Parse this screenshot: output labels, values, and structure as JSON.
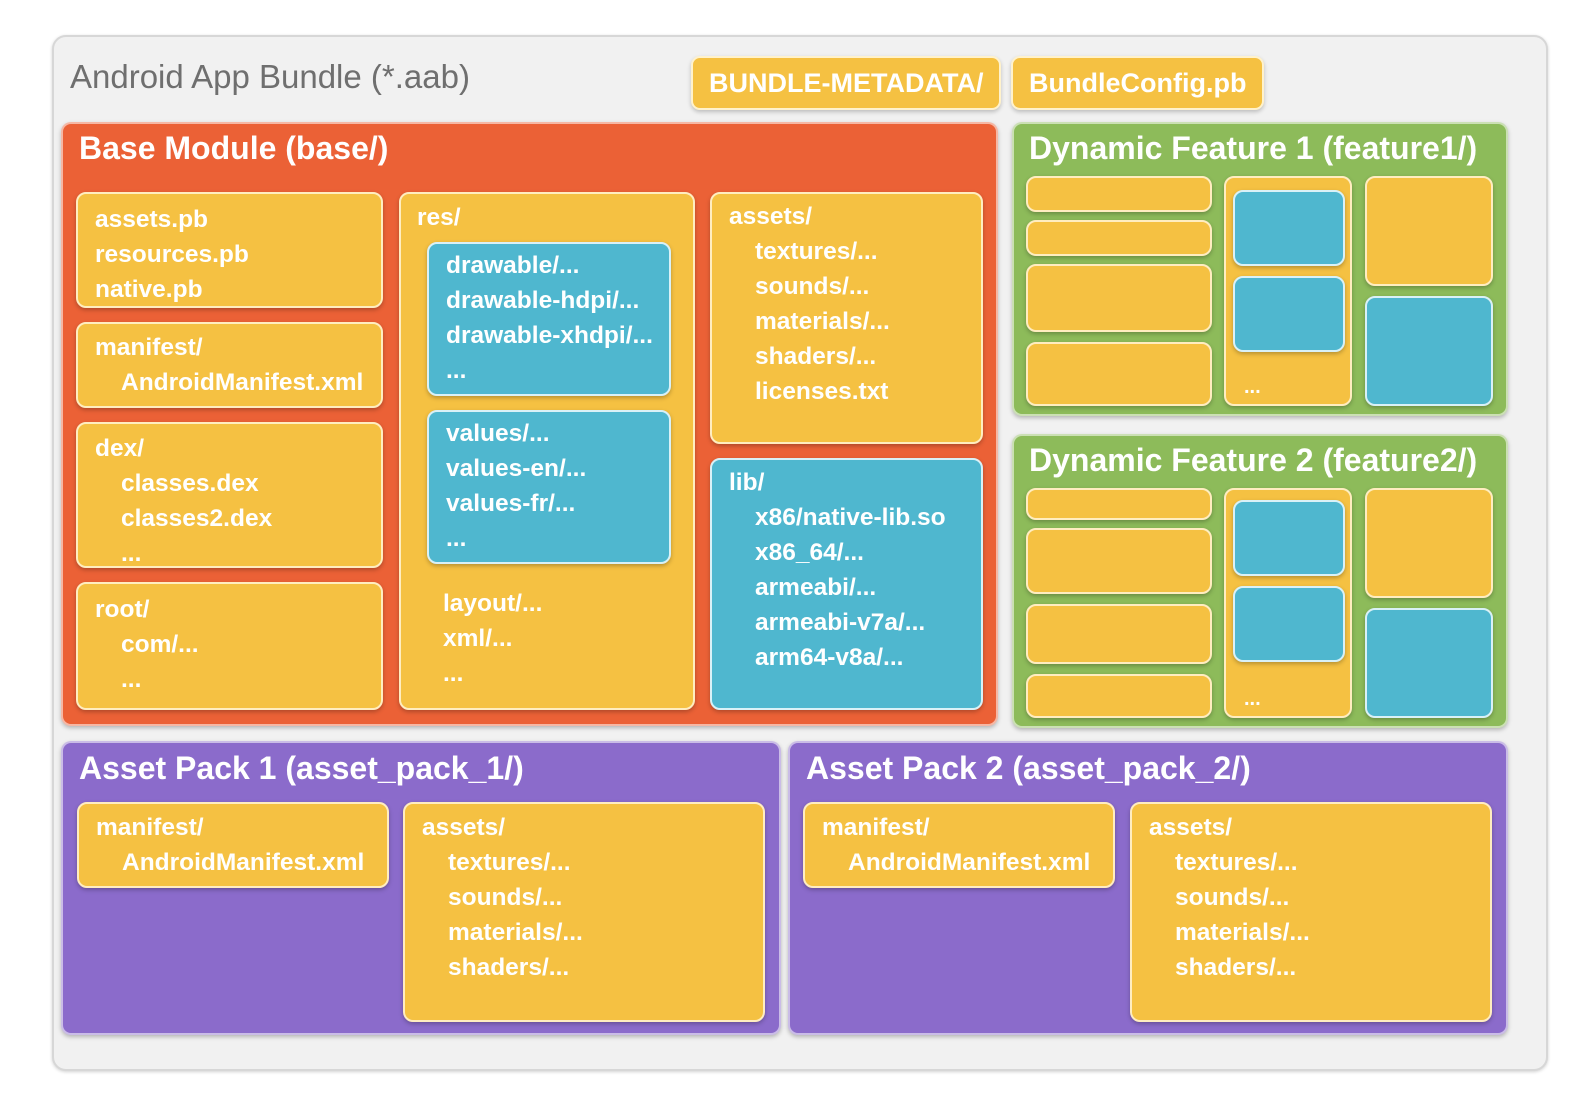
{
  "bundle": {
    "title": "Android App Bundle (*.aab)",
    "metadata_chip": "BUNDLE-METADATA/",
    "config_chip": "BundleConfig.pb"
  },
  "base": {
    "title": "Base Module (base/)",
    "pb_files": [
      "assets.pb",
      "resources.pb",
      "native.pb"
    ],
    "manifest": {
      "folder": "manifest/",
      "file": "AndroidManifest.xml"
    },
    "dex": {
      "folder": "dex/",
      "files": [
        "classes.dex",
        "classes2.dex",
        "..."
      ]
    },
    "root": {
      "folder": "root/",
      "files": [
        "com/...",
        "..."
      ]
    },
    "res": {
      "folder": "res/",
      "drawable": [
        "drawable/...",
        "drawable-hdpi/...",
        "drawable-xhdpi/...",
        "..."
      ],
      "values": [
        "values/...",
        "values-en/...",
        "values-fr/...",
        "..."
      ],
      "other": [
        "layout/...",
        "xml/...",
        "..."
      ]
    },
    "assets": {
      "folder": "assets/",
      "files": [
        "textures/...",
        "sounds/...",
        "materials/...",
        "shaders/...",
        "licenses.txt"
      ]
    },
    "lib": {
      "folder": "lib/",
      "files": [
        "x86/native-lib.so",
        "x86_64/...",
        "armeabi/...",
        "armeabi-v7a/...",
        "arm64-v8a/..."
      ]
    }
  },
  "feature1": {
    "title": "Dynamic Feature 1 (feature1/)",
    "ellipsis": "..."
  },
  "feature2": {
    "title": "Dynamic Feature 2 (feature2/)",
    "ellipsis": "..."
  },
  "asset_pack_1": {
    "title": "Asset Pack 1 (asset_pack_1/)",
    "manifest": {
      "folder": "manifest/",
      "file": "AndroidManifest.xml"
    },
    "assets": {
      "folder": "assets/",
      "files": [
        "textures/...",
        "sounds/...",
        "materials/...",
        "shaders/..."
      ]
    }
  },
  "asset_pack_2": {
    "title": "Asset Pack 2 (asset_pack_2/)",
    "manifest": {
      "folder": "manifest/",
      "file": "AndroidManifest.xml"
    },
    "assets": {
      "folder": "assets/",
      "files": [
        "textures/...",
        "sounds/...",
        "materials/...",
        "shaders/..."
      ]
    }
  },
  "colors": {
    "base_module": "#eb6136",
    "dynamic_feature": "#8dbb5a",
    "asset_pack": "#8b6bcb",
    "file_box": "#f5c142",
    "sub_folder_box": "#4fb7cf",
    "bundle_background": "#f1f1f1"
  }
}
